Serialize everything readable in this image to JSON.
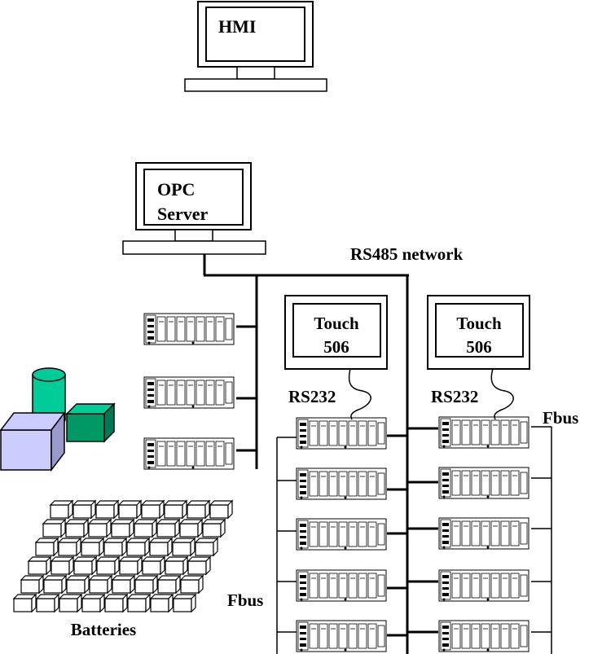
{
  "labels": {
    "hmi": "HMI",
    "opc_line1": "OPC",
    "opc_line2": "Server",
    "rs485": "RS485 network",
    "touch_left_line1": "Touch",
    "touch_left_line2": "506",
    "touch_right_line1": "Touch",
    "touch_right_line2": "506",
    "rs232_left": "RS232",
    "rs232_right": "RS232",
    "fbus_right": "Fbus",
    "fbus_bottom": "Fbus",
    "batteries": "Batteries"
  },
  "colors": {
    "line": "#000000",
    "cylinder": "#00cc99",
    "cube_small": "#009966",
    "cube_large": "#ccccff"
  },
  "icons": {
    "plc_rack": "plc-rack-icon",
    "computer": "computer-icon",
    "tank": "storage-tank-icon",
    "battery_array": "battery-array-icon"
  }
}
